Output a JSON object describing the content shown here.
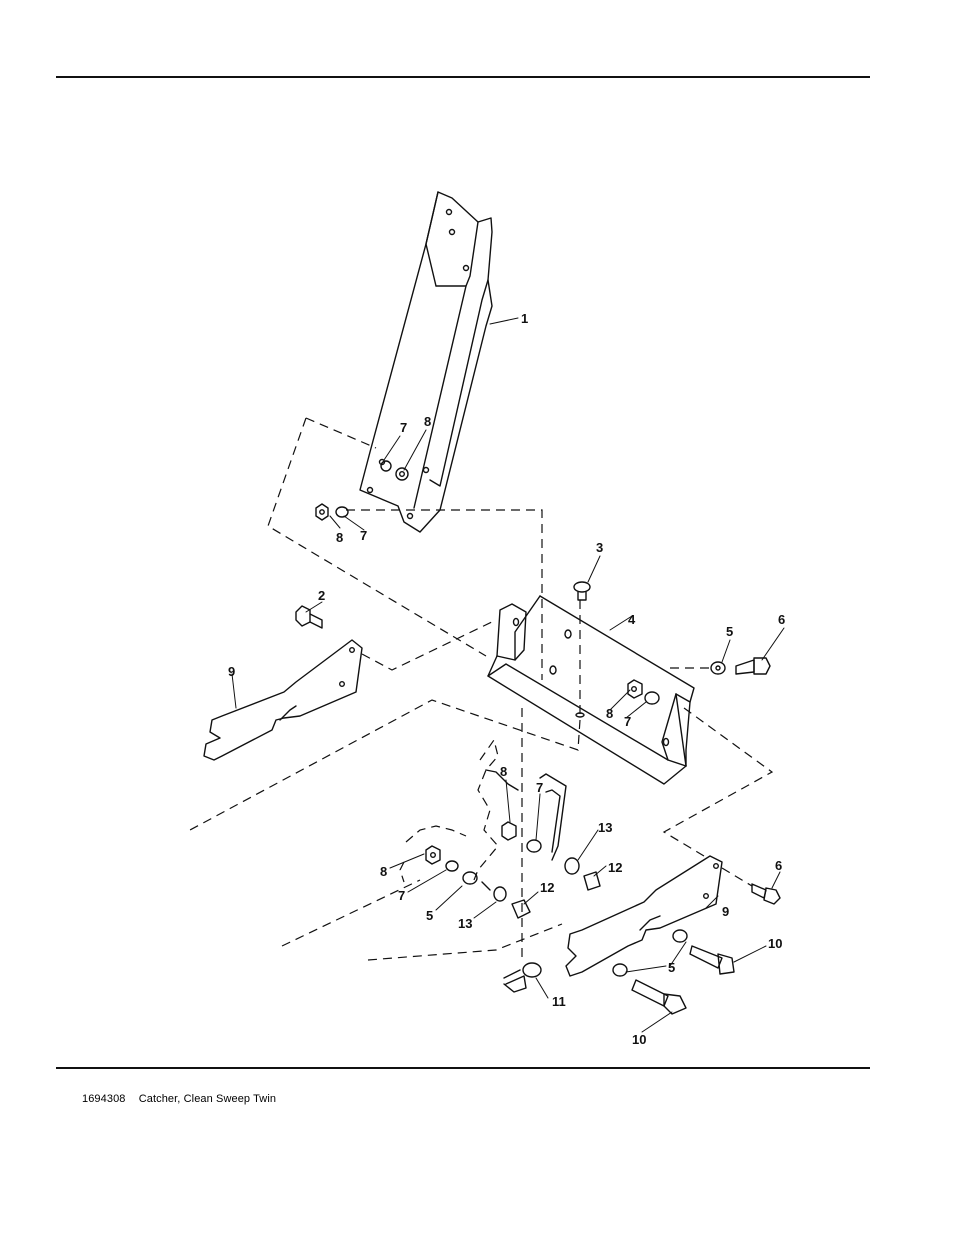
{
  "footer": {
    "part_number": "1694308",
    "title": "Catcher, Clean Sweep Twin"
  },
  "callouts": {
    "c1": "1",
    "c2": "2",
    "c3": "3",
    "c4": "4",
    "c5a": "5",
    "c5b": "5",
    "c5c": "5",
    "c6a": "6",
    "c6b": "6",
    "c7a": "7",
    "c7b": "7",
    "c7c": "7",
    "c7d": "7",
    "c7e": "7",
    "c8a": "8",
    "c8b": "8",
    "c8c": "8",
    "c8d": "8",
    "c8e": "8",
    "c9a": "9",
    "c9b": "9",
    "c10a": "10",
    "c10b": "10",
    "c11": "11",
    "c12a": "12",
    "c12b": "12",
    "c13a": "13",
    "c13b": "13"
  }
}
